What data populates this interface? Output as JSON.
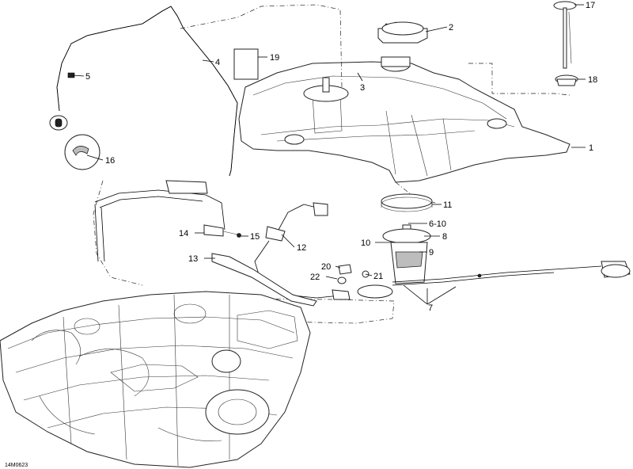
{
  "diagram": {
    "code": "14M0623",
    "callouts": {
      "c1": "1",
      "c2": "2",
      "c3": "3",
      "c4": "4",
      "c5": "5",
      "c6_10": "6-10",
      "c7": "7",
      "c8": "8",
      "c9": "9",
      "c10": "10",
      "c11": "11",
      "c12": "12",
      "c13": "13",
      "c14": "14",
      "c15": "15",
      "c16": "16",
      "c17": "17",
      "c18": "18",
      "c19": "19",
      "c20": "20",
      "c21": "21",
      "c22": "22"
    }
  }
}
